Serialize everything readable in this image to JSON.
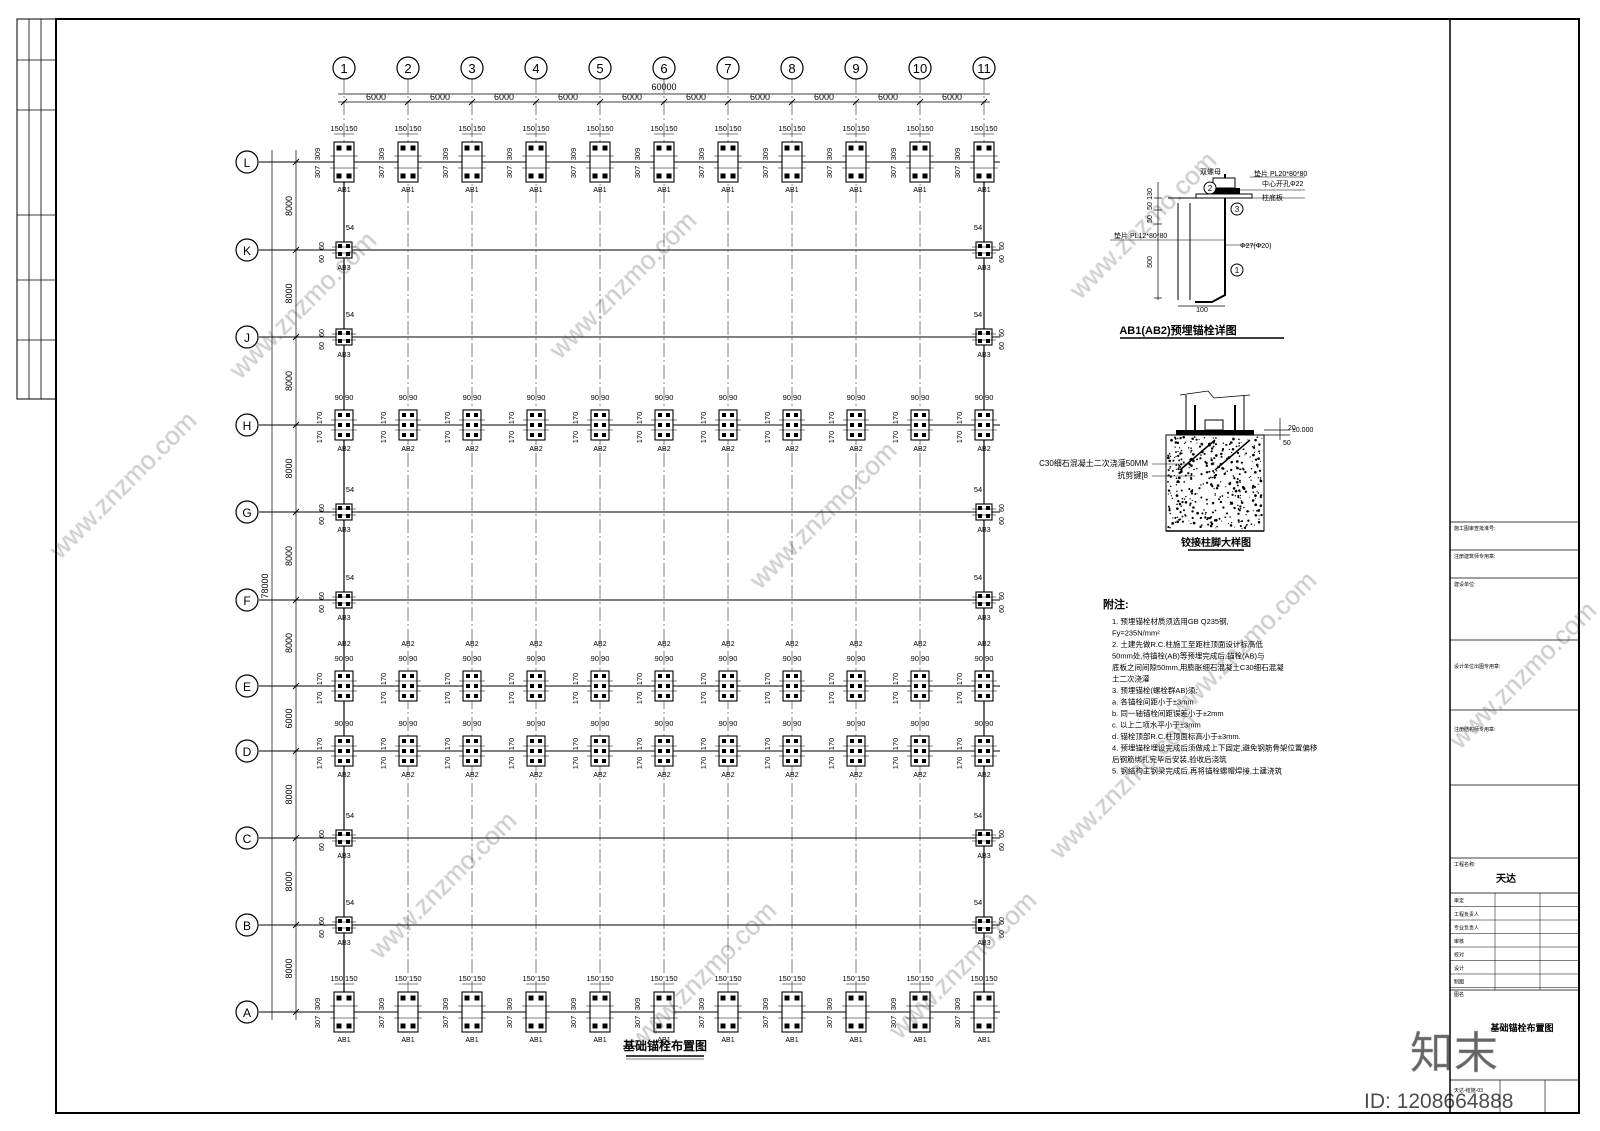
{
  "grid": {
    "columns": [
      "1",
      "2",
      "3",
      "4",
      "5",
      "6",
      "7",
      "8",
      "9",
      "10",
      "11"
    ],
    "rows": [
      "L",
      "K",
      "J",
      "H",
      "G",
      "F",
      "E",
      "D",
      "C",
      "B",
      "A"
    ],
    "column_spacing": "6000",
    "column_total": "60000",
    "row_spacings": [
      "8000",
      "8000",
      "8000",
      "8000",
      "8000",
      "8000",
      "6000",
      "8000",
      "8000",
      "8000"
    ],
    "row_total": "78000"
  },
  "bolt_types": {
    "ab1": {
      "label": "AB1",
      "top_dims": "150 150",
      "side_upper": "309",
      "side_lower": "307"
    },
    "ab2": {
      "label": "AB2",
      "top_dims": "90 90",
      "side_upper": "170",
      "side_lower": "170"
    },
    "ab3": {
      "label": "AB3",
      "top_dim": "54",
      "side_upper": "60",
      "side_lower": "60"
    }
  },
  "plan_title": "基础锚栓布置图",
  "detail1": {
    "title": "AB1(AB2)预埋锚栓详图",
    "plate_top": "垫片 PL20*80*80",
    "hole": "中心开孔Φ22",
    "plate_side": "垫片 PL12*80*80",
    "bar": "Φ27(Φ20)",
    "nut_label": "双螺母",
    "base_label": "柱底板",
    "dims": [
      "130",
      "50",
      "50",
      "500",
      "100"
    ],
    "markers": [
      "2",
      "3",
      "1"
    ]
  },
  "detail2": {
    "title": "铰接柱脚大样图",
    "grout": "C30细石混凝土二次浇灌50MM",
    "shear_key": "抗剪键[8",
    "elev": "±0.000",
    "dims": [
      "20",
      "50"
    ]
  },
  "notes": {
    "heading": "附注:",
    "lines": [
      "1. 预埋锚栓材质须选用GB Q235钢,",
      "    Fy=235N/mm²",
      "2. 土建先做R.C.柱施工至距柱顶面设计标高低",
      "    50mm处,待锚栓(AB)等预埋完成后,锚栓(AB)与",
      "    底板之间间隙50mm,用膨胀细石混凝土C30细石混凝",
      "    土二次浇灌",
      "3. 预埋锚栓(螺栓群AB)须:",
      "    a. 各锚栓间距小于±3mm",
      "    b. 同一轴锚栓间距误差小于±2mm",
      "    c. 以上二项水平小于±3mm",
      "    d. 锚栓顶部R.C.柱顶面标高小于±3mm.",
      "4. 预埋锚栓埋设完成后须做成上下固定,避免钢筋骨架位置偏移",
      "    后钢筋绑扎完毕后安装,验收后浇筑",
      "5. 钢结构主钢梁完成后,再将锚栓螺帽焊接,土建浇筑"
    ]
  },
  "title_block": {
    "field1": "施工图审查批准号:",
    "field2": "注册建筑师专用章:",
    "field3": "建设单位:",
    "field4": "设计单位出图专用章:",
    "field5": "注册结构师专用章:",
    "project_label": "工程名称:",
    "project_name": "天达",
    "signature_rows": [
      "审定",
      "工程负责人",
      "专业负责人",
      "审核",
      "校对",
      "设计",
      "制图"
    ],
    "drawing_label": "图名",
    "drawing_title": "基础锚栓布置图",
    "footer": "天达-结施-03"
  },
  "watermark": {
    "site": "www.znzmo.com",
    "brand": "知末",
    "id": "ID: 1208664888"
  }
}
